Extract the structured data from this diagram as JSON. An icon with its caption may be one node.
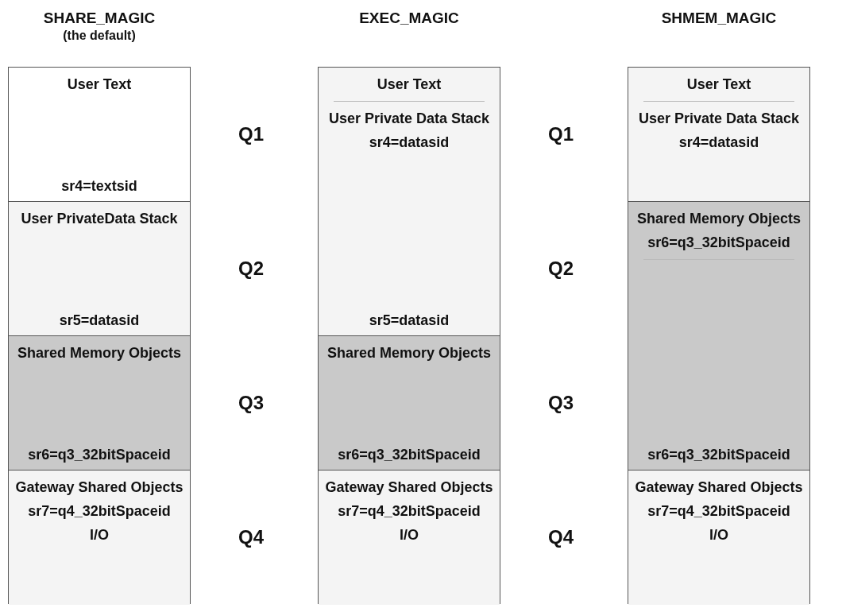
{
  "diagram": {
    "nodes": [
      {
        "text": [
          "SHARE_MAGIC",
          "(the default)"
        ]
      },
      {
        "text": [
          "User Text",
          "sr4=textsid"
        ],
        "in": 0
      },
      {
        "text": [
          "User PrivateData Stack",
          "sr5=datasid"
        ],
        "in": 0
      },
      {
        "text": [
          "Shared Memory Objects",
          "sr6=q3_32bitSpaceid"
        ],
        "in": 0
      },
      {
        "text": [
          "Gateway Shared Objects",
          "sr7=q4_32bitSpaceid",
          "I/O"
        ],
        "in": 0
      },
      {
        "text": [
          "EXEC_MAGIC"
        ]
      },
      {
        "text": [
          "User Text",
          "User Private Data Stack",
          "sr4=datasid",
          "sr5=datasid"
        ],
        "in": 5
      },
      {
        "text": [
          "Shared Memory Objects",
          "sr6=q3_32bitSpaceid"
        ],
        "in": 5
      },
      {
        "text": [
          "Gateway Shared Objects",
          "sr7=q4_32bitSpaceid",
          "I/O"
        ],
        "in": 5
      },
      {
        "text": [
          "SHMEM_MAGIC"
        ]
      },
      {
        "text": [
          "User Text",
          "User Private Data Stack",
          "sr4=datasid"
        ],
        "in": 9
      },
      {
        "text": [
          "Shared Memory Objects",
          "sr6=q3_32bitSpaceid",
          "sr6=q3_32bitSpaceid"
        ],
        "in": 9
      },
      {
        "text": [
          "Gateway Shared Objects",
          "sr7=q4_32bitSpaceid",
          "I/O"
        ],
        "in": 9
      }
    ],
    "labels": [
      "Q1",
      "Q1",
      "Q2",
      "Q2",
      "Q3",
      "Q3",
      "Q4",
      "Q4"
    ]
  }
}
